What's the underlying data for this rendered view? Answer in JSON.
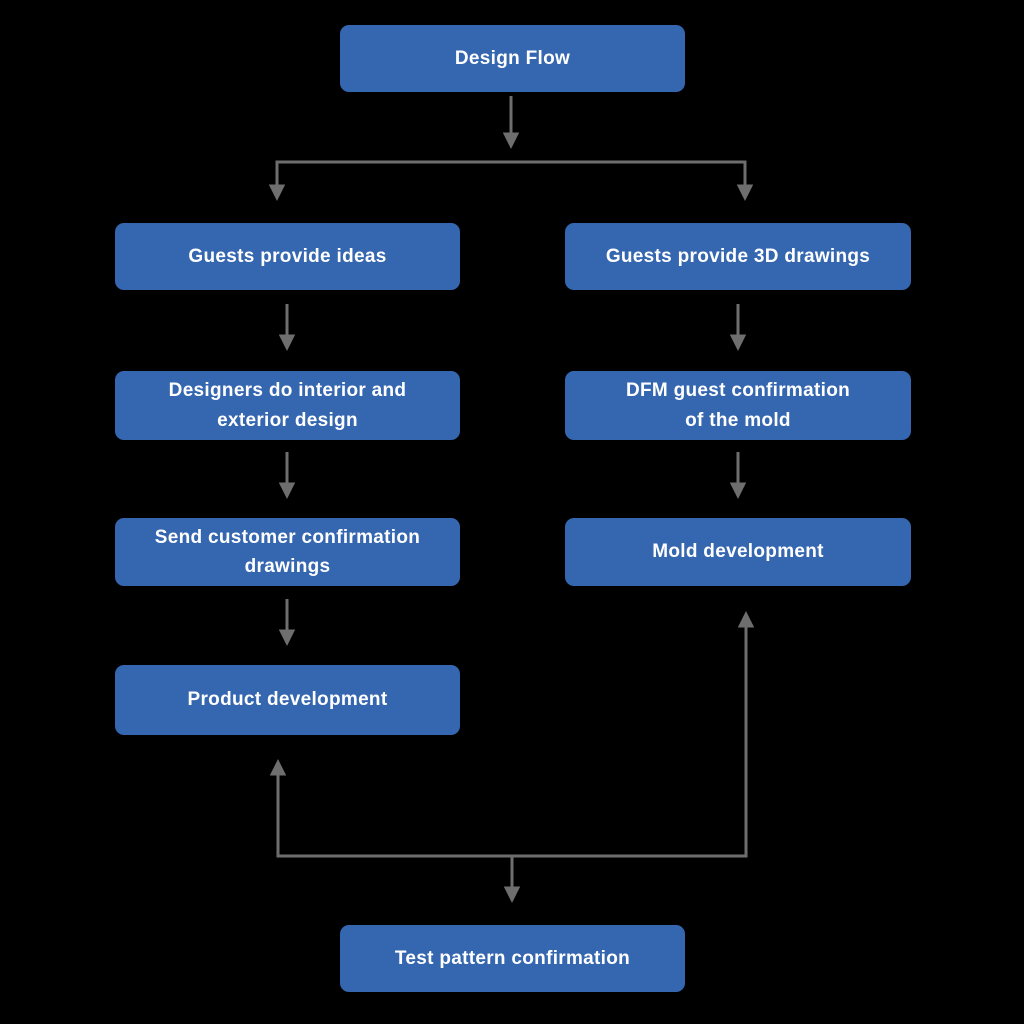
{
  "diagram": {
    "title": "Design Flow",
    "colors": {
      "background": "#000000",
      "node_fill": "#3566B0",
      "node_text": "#FFFFFF",
      "connector": "#6E6E6E"
    },
    "nodes": {
      "design_flow": "Design Flow",
      "guests_provide_ideas": "Guests provide ideas",
      "guests_provide_3d_drawings": "Guests provide 3D drawings",
      "designers_do_interior_and_exterior_design": "Designers do interior and\nexterior design",
      "dfm_guest_confirmation_of_the_mold": "DFM guest confirmation\nof the mold",
      "send_customer_confirmation_drawings": "Send customer confirmation\ndrawings",
      "mold_development": "Mold development",
      "product_development": "Product development",
      "test_pattern_confirmation": "Test pattern confirmation"
    },
    "edges": [
      {
        "from": "design_flow",
        "to": "guests_provide_ideas"
      },
      {
        "from": "design_flow",
        "to": "guests_provide_3d_drawings"
      },
      {
        "from": "guests_provide_ideas",
        "to": "designers_do_interior_and_exterior_design"
      },
      {
        "from": "designers_do_interior_and_exterior_design",
        "to": "send_customer_confirmation_drawings"
      },
      {
        "from": "send_customer_confirmation_drawings",
        "to": "product_development"
      },
      {
        "from": "guests_provide_3d_drawings",
        "to": "dfm_guest_confirmation_of_the_mold"
      },
      {
        "from": "dfm_guest_confirmation_of_the_mold",
        "to": "mold_development"
      },
      {
        "from": "test_pattern_junction",
        "to": "product_development"
      },
      {
        "from": "test_pattern_junction",
        "to": "mold_development"
      },
      {
        "from": "test_pattern_junction",
        "to": "test_pattern_confirmation"
      }
    ]
  }
}
